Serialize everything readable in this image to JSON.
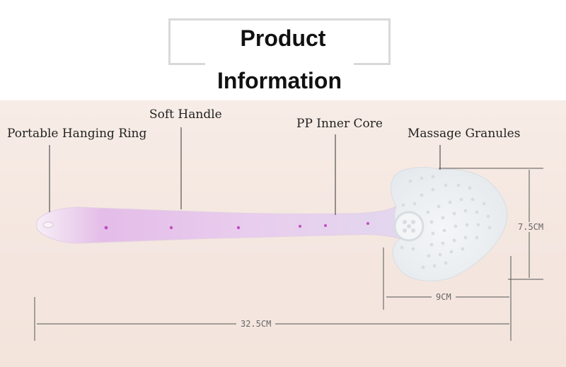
{
  "header": {
    "title_line1": "Product",
    "title_line2": "Information"
  },
  "labels": {
    "hanging_ring": "Portable Hanging Ring",
    "soft_handle": "Soft Handle",
    "inner_core": "PP Inner Core",
    "granules": "Massage Granules"
  },
  "dimensions": {
    "height": "7.5CM",
    "head_width": "9CM",
    "total_length": "32.5CM"
  },
  "colors": {
    "background": "#f4e6df",
    "handle": "#e6c6ea",
    "head": "#eef1f3"
  }
}
